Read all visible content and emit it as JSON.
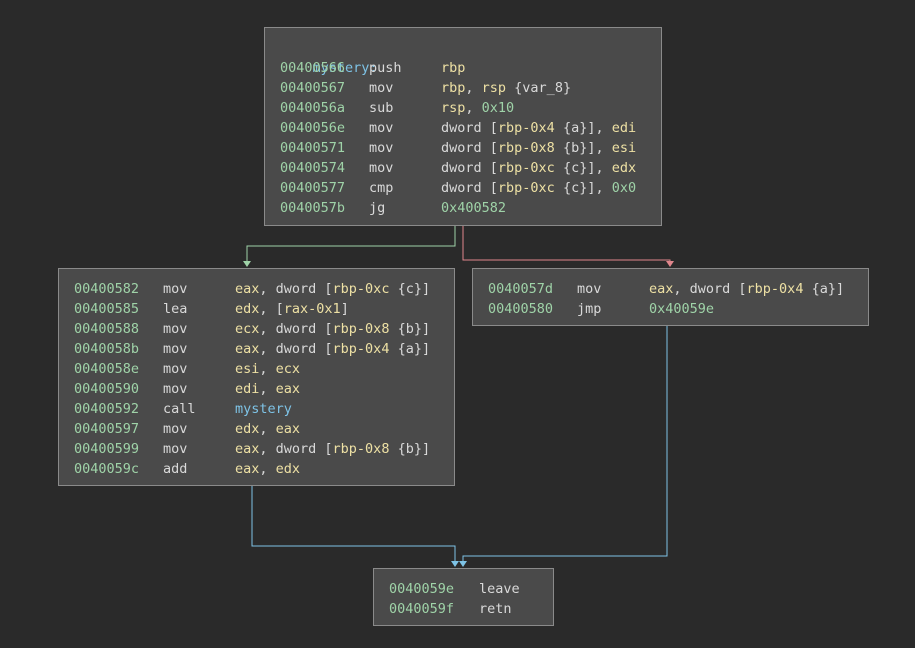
{
  "blocks": {
    "entry": {
      "label": "mystery:",
      "lines": [
        {
          "addr": "00400566",
          "mn": "push",
          "ops": [
            [
              "rbp",
              "reg"
            ]
          ]
        },
        {
          "addr": "00400567",
          "mn": "mov",
          "ops": [
            [
              "rbp",
              "reg"
            ],
            [
              ", ",
              "pl"
            ],
            [
              "rsp",
              "reg"
            ],
            [
              " {var_8}",
              "var"
            ]
          ]
        },
        {
          "addr": "0040056a",
          "mn": "sub",
          "ops": [
            [
              "rsp",
              "reg"
            ],
            [
              ", ",
              "pl"
            ],
            [
              "0x10",
              "imm"
            ]
          ]
        },
        {
          "addr": "0040056e",
          "mn": "mov",
          "ops": [
            [
              "dword [",
              "pl"
            ],
            [
              "rbp-0x4",
              "reg"
            ],
            [
              " {a}",
              "var"
            ],
            [
              "], ",
              "pl"
            ],
            [
              "edi",
              "reg"
            ]
          ]
        },
        {
          "addr": "00400571",
          "mn": "mov",
          "ops": [
            [
              "dword [",
              "pl"
            ],
            [
              "rbp-0x8",
              "reg"
            ],
            [
              " {b}",
              "var"
            ],
            [
              "], ",
              "pl"
            ],
            [
              "esi",
              "reg"
            ]
          ]
        },
        {
          "addr": "00400574",
          "mn": "mov",
          "ops": [
            [
              "dword [",
              "pl"
            ],
            [
              "rbp-0xc",
              "reg"
            ],
            [
              " {c}",
              "var"
            ],
            [
              "], ",
              "pl"
            ],
            [
              "edx",
              "reg"
            ]
          ]
        },
        {
          "addr": "00400577",
          "mn": "cmp",
          "ops": [
            [
              "dword [",
              "pl"
            ],
            [
              "rbp-0xc",
              "reg"
            ],
            [
              " {c}",
              "var"
            ],
            [
              "], ",
              "pl"
            ],
            [
              "0x0",
              "imm"
            ]
          ]
        },
        {
          "addr": "0040057b",
          "mn": "jg",
          "ops": [
            [
              "0x400582",
              "imm"
            ]
          ]
        }
      ]
    },
    "left": {
      "lines": [
        {
          "addr": "00400582",
          "mn": "mov",
          "ops": [
            [
              "eax",
              "reg"
            ],
            [
              ", dword [",
              "pl"
            ],
            [
              "rbp-0xc",
              "reg"
            ],
            [
              " {c}",
              "var"
            ],
            [
              "]",
              "pl"
            ]
          ]
        },
        {
          "addr": "00400585",
          "mn": "lea",
          "ops": [
            [
              "edx",
              "reg"
            ],
            [
              ", [",
              "pl"
            ],
            [
              "rax-0x1",
              "reg"
            ],
            [
              "]",
              "pl"
            ]
          ]
        },
        {
          "addr": "00400588",
          "mn": "mov",
          "ops": [
            [
              "ecx",
              "reg"
            ],
            [
              ", dword [",
              "pl"
            ],
            [
              "rbp-0x8",
              "reg"
            ],
            [
              " {b}",
              "var"
            ],
            [
              "]",
              "pl"
            ]
          ]
        },
        {
          "addr": "0040058b",
          "mn": "mov",
          "ops": [
            [
              "eax",
              "reg"
            ],
            [
              ", dword [",
              "pl"
            ],
            [
              "rbp-0x4",
              "reg"
            ],
            [
              " {a}",
              "var"
            ],
            [
              "]",
              "pl"
            ]
          ]
        },
        {
          "addr": "0040058e",
          "mn": "mov",
          "ops": [
            [
              "esi",
              "reg"
            ],
            [
              ", ",
              "pl"
            ],
            [
              "ecx",
              "reg"
            ]
          ]
        },
        {
          "addr": "00400590",
          "mn": "mov",
          "ops": [
            [
              "edi",
              "reg"
            ],
            [
              ", ",
              "pl"
            ],
            [
              "eax",
              "reg"
            ]
          ]
        },
        {
          "addr": "00400592",
          "mn": "call",
          "ops": [
            [
              "mystery",
              "call-target"
            ]
          ]
        },
        {
          "addr": "00400597",
          "mn": "mov",
          "ops": [
            [
              "edx",
              "reg"
            ],
            [
              ", ",
              "pl"
            ],
            [
              "eax",
              "reg"
            ]
          ]
        },
        {
          "addr": "00400599",
          "mn": "mov",
          "ops": [
            [
              "eax",
              "reg"
            ],
            [
              ", dword [",
              "pl"
            ],
            [
              "rbp-0x8",
              "reg"
            ],
            [
              " {b}",
              "var"
            ],
            [
              "]",
              "pl"
            ]
          ]
        },
        {
          "addr": "0040059c",
          "mn": "add",
          "ops": [
            [
              "eax",
              "reg"
            ],
            [
              ", ",
              "pl"
            ],
            [
              "edx",
              "reg"
            ]
          ]
        }
      ]
    },
    "right": {
      "lines": [
        {
          "addr": "0040057d",
          "mn": "mov",
          "ops": [
            [
              "eax",
              "reg"
            ],
            [
              ", dword [",
              "pl"
            ],
            [
              "rbp-0x4",
              "reg"
            ],
            [
              " {a}",
              "var"
            ],
            [
              "]",
              "pl"
            ]
          ]
        },
        {
          "addr": "00400580",
          "mn": "jmp",
          "ops": [
            [
              "0x40059e",
              "imm"
            ]
          ]
        }
      ]
    },
    "exit": {
      "lines": [
        {
          "addr": "0040059e",
          "mn": "leave",
          "ops": []
        },
        {
          "addr": "0040059f",
          "mn": "retn",
          "ops": []
        }
      ]
    }
  },
  "colors": {
    "background": "#2a2a2a",
    "block": "#4a4a4a",
    "edge_true": "#9fd3a8",
    "edge_false": "#e0868c",
    "edge_jump": "#7ec3e6"
  }
}
